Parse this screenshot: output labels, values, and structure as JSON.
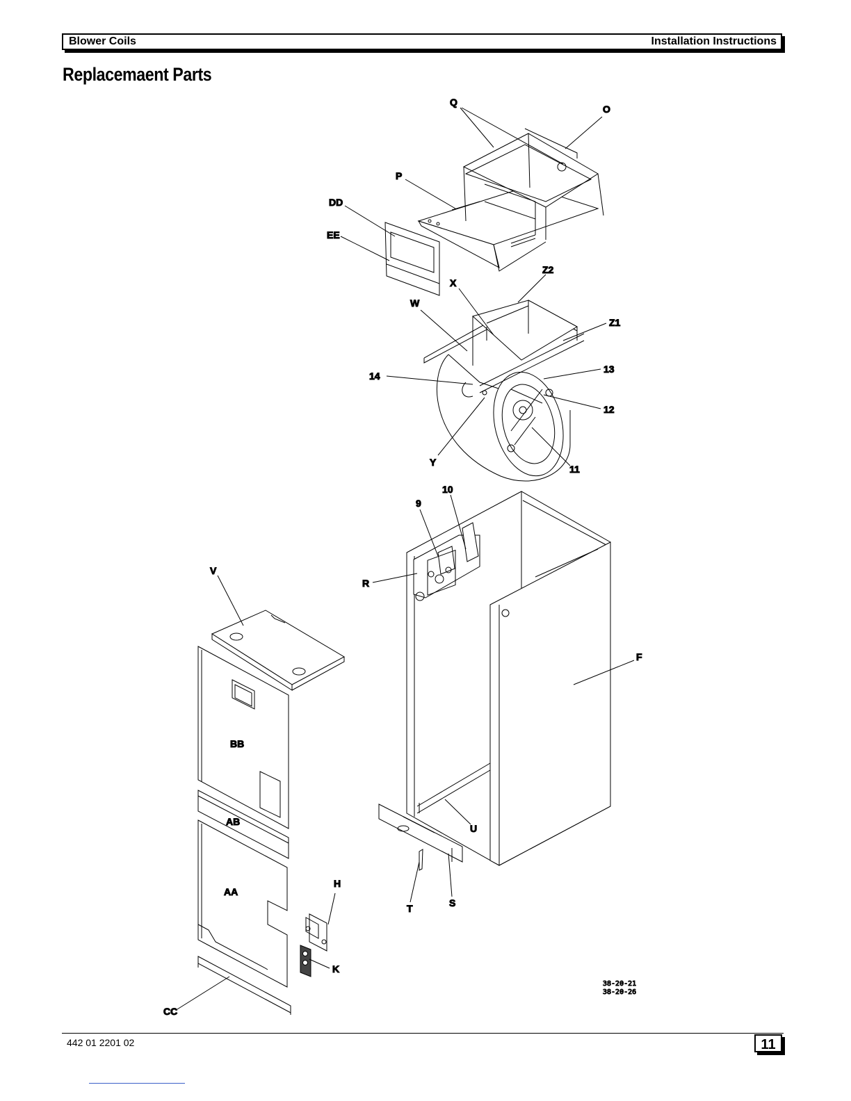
{
  "header": {
    "left": "Blower Coils",
    "right": "Installation Instructions"
  },
  "page_title": "Replacemaent Parts",
  "part_labels": {
    "Q": "Q",
    "O": "O",
    "P": "P",
    "DD": "DD",
    "EE": "EE",
    "Z2": "Z2",
    "X": "X",
    "W": "W",
    "Z1": "Z1",
    "n14": "14",
    "n13": "13",
    "n12": "12",
    "n11": "11",
    "Y": "Y",
    "n10": "10",
    "n9": "9",
    "R": "R",
    "V": "V",
    "F": "F",
    "BB": "BB",
    "AB": "AB",
    "U": "U",
    "H": "H",
    "AA": "AA",
    "T": "T",
    "S": "S",
    "K": "K",
    "CC": "CC"
  },
  "figure_numbers": [
    "38-20-21",
    "38-20-26"
  ],
  "footer": {
    "doc_number": "442 01 2201 02",
    "page_number": "11"
  }
}
